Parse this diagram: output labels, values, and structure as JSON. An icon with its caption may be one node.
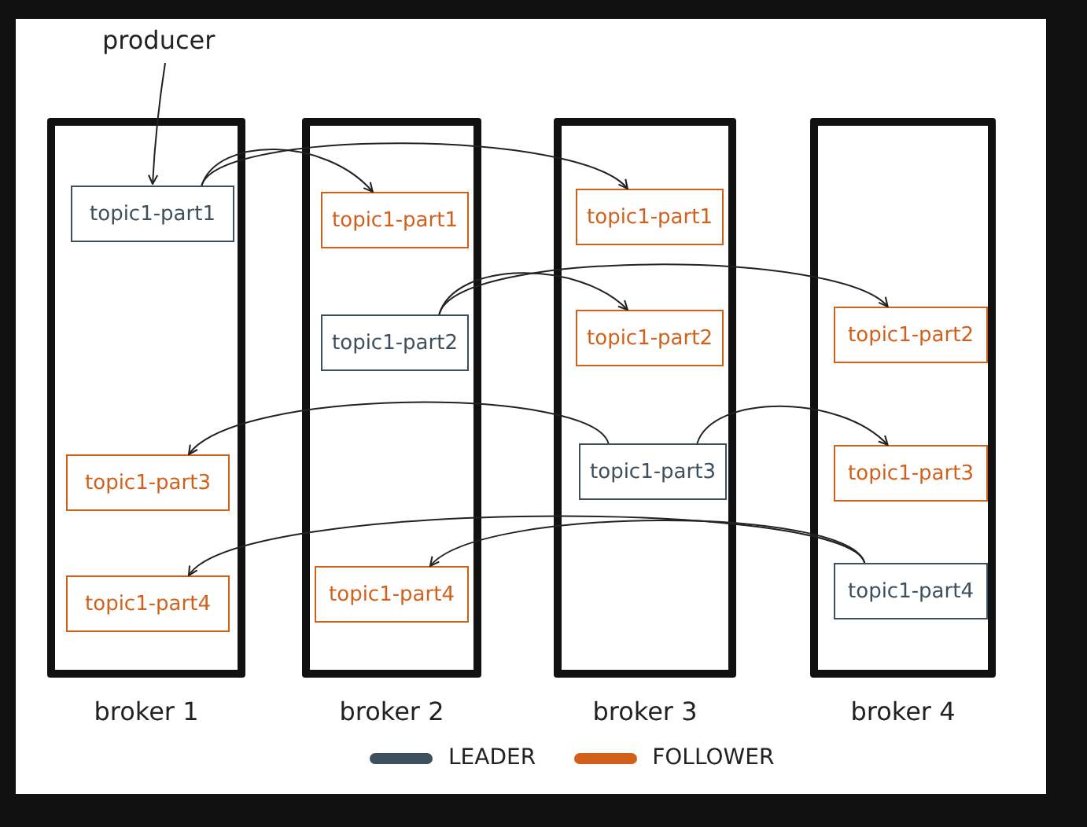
{
  "diagram": {
    "nodes": [
      {
        "text": [
          "producer"
        ]
      },
      {
        "text": [
          "broker 1"
        ]
      },
      {
        "text": [
          "topic1-part1"
        ],
        "in": 1
      },
      {
        "text": [
          "topic1-part3"
        ],
        "in": 1
      },
      {
        "text": [
          "topic1-part4"
        ],
        "in": 1
      },
      {
        "text": [
          "broker 2"
        ]
      },
      {
        "text": [
          "topic1-part1"
        ],
        "in": 5
      },
      {
        "text": [
          "topic1-part2"
        ],
        "in": 5
      },
      {
        "text": [
          "topic1-part4"
        ],
        "in": 5
      },
      {
        "text": [
          "broker 3"
        ]
      },
      {
        "text": [
          "topic1-part1"
        ],
        "in": 9
      },
      {
        "text": [
          "topic1-part2"
        ],
        "in": 9
      },
      {
        "text": [
          "topic1-part3"
        ],
        "in": 9
      },
      {
        "text": [
          "broker 4"
        ]
      },
      {
        "text": [
          "topic1-part2"
        ],
        "in": 13
      },
      {
        "text": [
          "topic1-part3"
        ],
        "in": 13
      },
      {
        "text": [
          "topic1-part4"
        ],
        "in": 13
      }
    ],
    "edges": [
      {
        "from": 0,
        "to": 2,
        "arrow": "to"
      },
      {
        "from": 2,
        "to": 6,
        "arrow": "to"
      },
      {
        "from": 2,
        "to": 10,
        "arrow": "to"
      },
      {
        "from": 7,
        "to": 11,
        "arrow": "to"
      },
      {
        "from": 7,
        "to": 14,
        "arrow": "to"
      },
      {
        "from": 12,
        "to": 3,
        "arrow": "to"
      },
      {
        "from": 12,
        "to": 15,
        "arrow": "to"
      },
      {
        "from": 16,
        "to": 4,
        "arrow": "to"
      },
      {
        "from": 16,
        "to": 8,
        "arrow": "to"
      }
    ],
    "legend": [
      {
        "text": "LEADER",
        "color": "#3d4f5c"
      },
      {
        "text": "FOLLOWER",
        "color": "#d2601a"
      }
    ]
  }
}
